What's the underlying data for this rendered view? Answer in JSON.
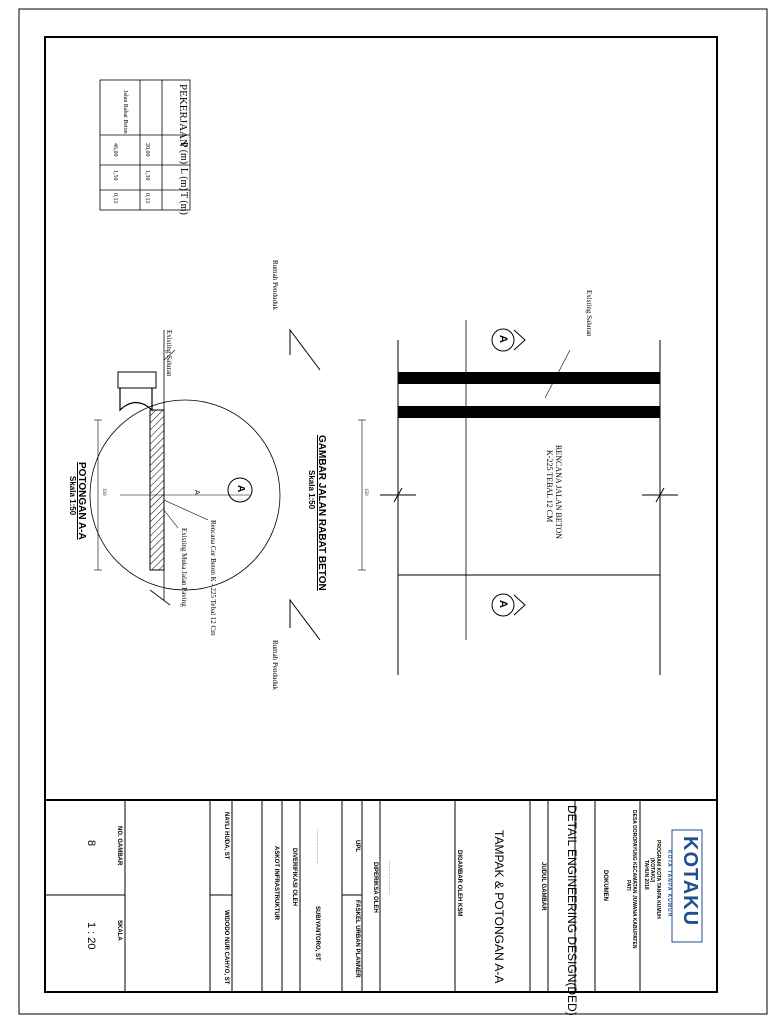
{
  "drawing": {
    "plan_title": "GAMBAR JALAN RABAT BETON",
    "plan_scale": "Skala 1:50",
    "section_title": "POTONGAN A-A",
    "section_scale": "Skala 1:50",
    "road_plan_label_1": "RENCANA JALAN BETON",
    "road_plan_label_2": "K-225 TEBAL 12 CM",
    "existing_drain": "Existing Saluran",
    "existing_drain_section": "Existing Saluran",
    "house_top": "Rumah Penduduk",
    "house_bottom": "Rumah Penduduk",
    "concrete_label": "Rencana Cor Beton K - 225 Tebal 12 Cm",
    "existing_road_label": "Existing Muka Jalan Paving",
    "section_marker": "A",
    "detail_marker": "A",
    "cut_label": "A",
    "dimension_plan": "150",
    "dimension_section": "150"
  },
  "work_table": {
    "headers": [
      "PEKERJAAN",
      "P (m)",
      "L (m)",
      "T (m)"
    ],
    "rows": [
      {
        "item": "Jalan Rabat Beton",
        "p": "46,00",
        "l": "1,50",
        "t": "0,12"
      }
    ],
    "extra_values": [
      "20,00",
      "1,30",
      "0,12"
    ]
  },
  "title_block": {
    "logo_text": "KOTAKU",
    "logo_sub": "KOTA TANPA KUMUH",
    "program": "PROGRAM KOTA TANPA KUMUH",
    "program_abbr": "(KOTAKU)",
    "year": "TAHUN 2018",
    "location_1": "DESA DOROPAYUNG KECAMATAN JUWANA KABUPATEN",
    "location_2": "PATI",
    "document_label": "DOKUMEN",
    "document_value": "DETAIL ENGINEERING DESIGN(DED)",
    "title_label": "JUDUL GAMBAR",
    "title_value": "TAMPAK & POTONGAN A-A",
    "drawn_by": "DIGAMBAR OLEH KSM",
    "checked_by": "DIPERIKSA OLEH",
    "upl_label": "UPL",
    "faskel_label": "FASKEL URBAN PLANNER",
    "faskel_name": "SUBIYANTORO, ST",
    "verified_by": "DIVERIFIKASI OLEH",
    "askot_label": "ASKOT INFRASTRUKTUR",
    "verifier_1": "NAYLI HUDA, ST",
    "verifier_2": "WIDODO NUR CAHYO, ST",
    "drawing_no_label": "NO. GAMBAR",
    "drawing_no": "8",
    "scale_label": "SKALA",
    "scale_value": "1 : 20",
    "dots": "........................."
  }
}
